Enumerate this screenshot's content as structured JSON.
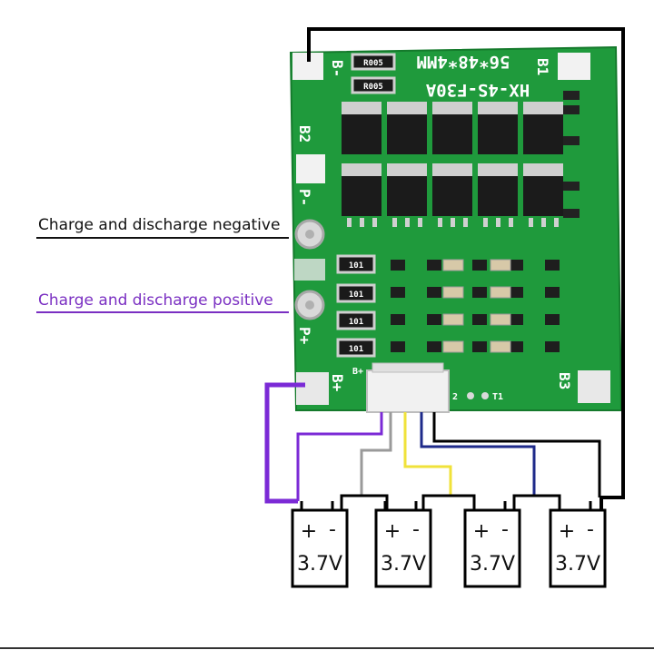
{
  "board": {
    "model_text": "HX-4S-F30A",
    "size_text": "56*48*4MM",
    "resistor_value_top": "R005",
    "resistor_value_bottom": "R005",
    "smd_resistor_label": "101",
    "pads": {
      "b_minus": "B-",
      "b1": "B1",
      "b2": "B2",
      "b3": "B3",
      "p_minus": "P-",
      "p_plus": "P+",
      "b_plus": "B+"
    },
    "connector_label_left": "B+",
    "connector_label_right": "2",
    "thermistor_label": "T1"
  },
  "annotations": {
    "negative": "Charge and discharge negative",
    "positive": "Charge and discharge positive"
  },
  "batteries": [
    {
      "plus": "+",
      "minus": "-",
      "voltage": "3.7V"
    },
    {
      "plus": "+",
      "minus": "-",
      "voltage": "3.7V"
    },
    {
      "plus": "+",
      "minus": "-",
      "voltage": "3.7V"
    },
    {
      "plus": "+",
      "minus": "-",
      "voltage": "3.7V"
    }
  ],
  "colors": {
    "pcb_green": "#1f9a3c",
    "negative_label": "#111111",
    "positive_label": "#7a2fc2",
    "purple_wire": "#7b2ad6",
    "gray_wire": "#9a9a9a",
    "yellow_wire": "#f0e23a",
    "blue_wire": "#1e2a8a",
    "black_wire": "#000000"
  }
}
